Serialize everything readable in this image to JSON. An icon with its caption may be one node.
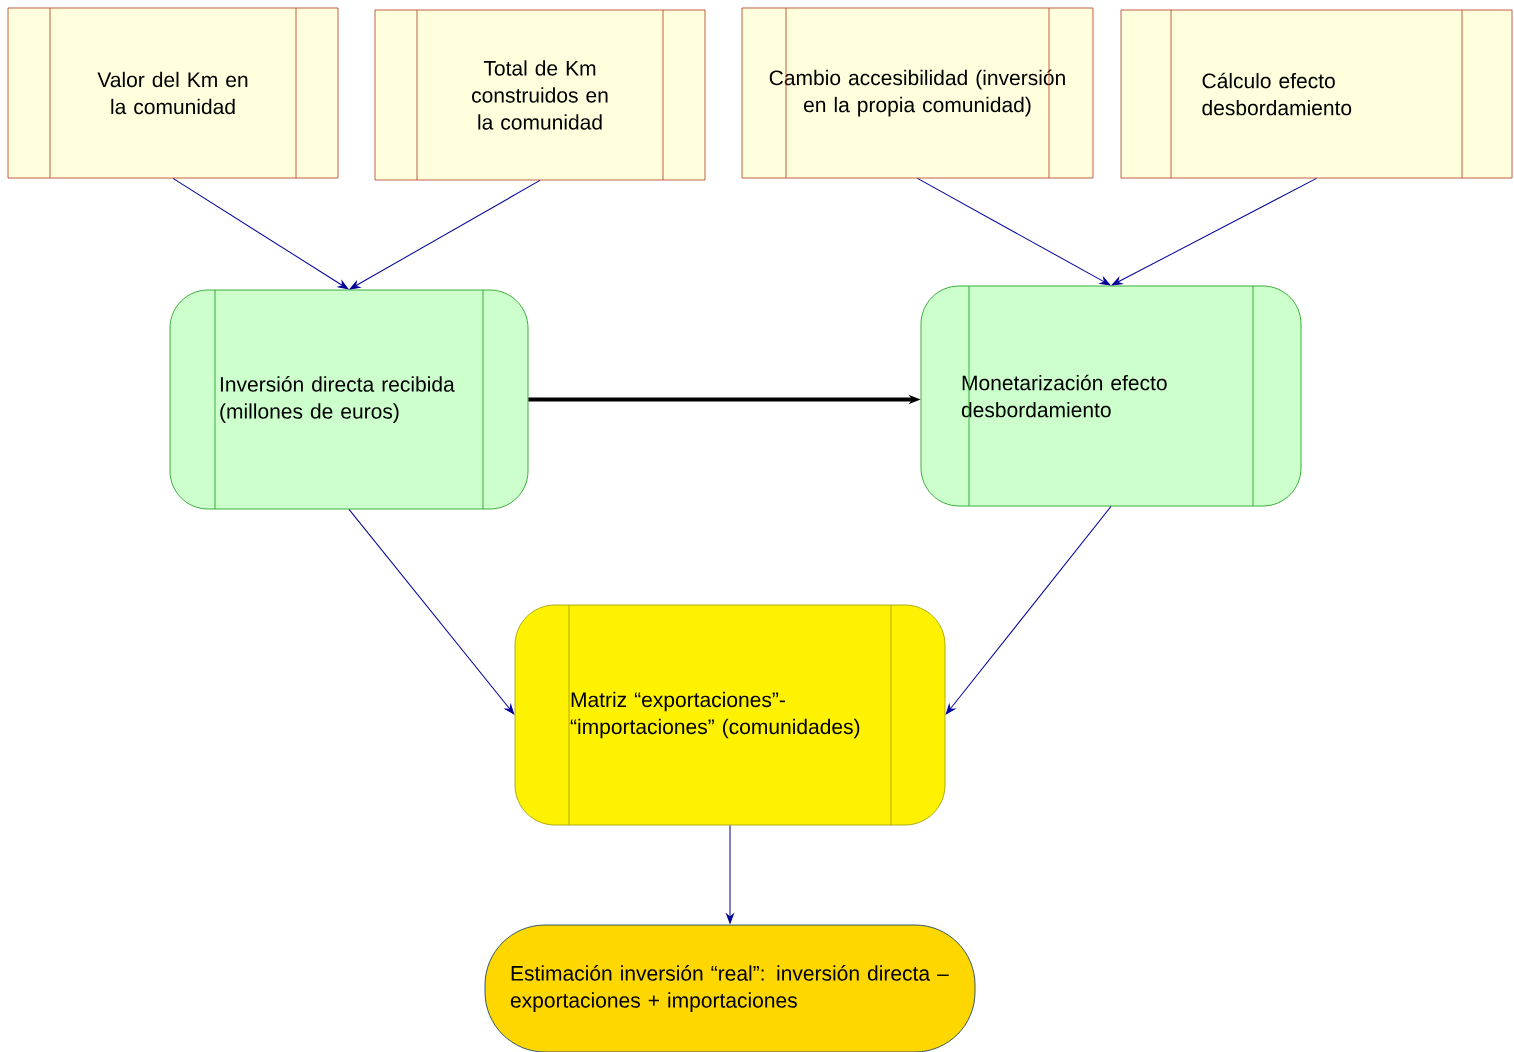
{
  "diagram": {
    "nodes": [
      {
        "text": [
          "Valor del Km en la comunidad"
        ]
      },
      {
        "text": [
          "Total de Km construidos en la comunidad"
        ]
      },
      {
        "text": [
          "Cambio accesibilidad (inversión en la propia comunidad)"
        ]
      },
      {
        "text": [
          "Cálculo efecto desbordamiento"
        ]
      },
      {
        "text": [
          "Inversión directa recibida (millones de euros)"
        ]
      },
      {
        "text": [
          "Monetarización efecto desbordamiento"
        ]
      },
      {
        "text": [
          "Matriz “exportaciones”- “importaciones” (comunidades)"
        ]
      },
      {
        "text": [
          "Estimación inversión “real”: inversión directa – exportaciones + importaciones"
        ]
      }
    ],
    "edges": [
      {
        "from": 0,
        "to": 4,
        "arrow": "to"
      },
      {
        "from": 1,
        "to": 4,
        "arrow": "to"
      },
      {
        "from": 2,
        "to": 5,
        "arrow": "to"
      },
      {
        "from": 3,
        "to": 5,
        "arrow": "to"
      },
      {
        "from": 4,
        "to": 5,
        "arrow": "to",
        "style": "thick",
        "color": "#000000"
      },
      {
        "from": 4,
        "to": 6,
        "arrow": "to"
      },
      {
        "from": 5,
        "to": 6,
        "arrow": "to"
      },
      {
        "from": 6,
        "to": 7,
        "arrow": "to"
      }
    ]
  }
}
